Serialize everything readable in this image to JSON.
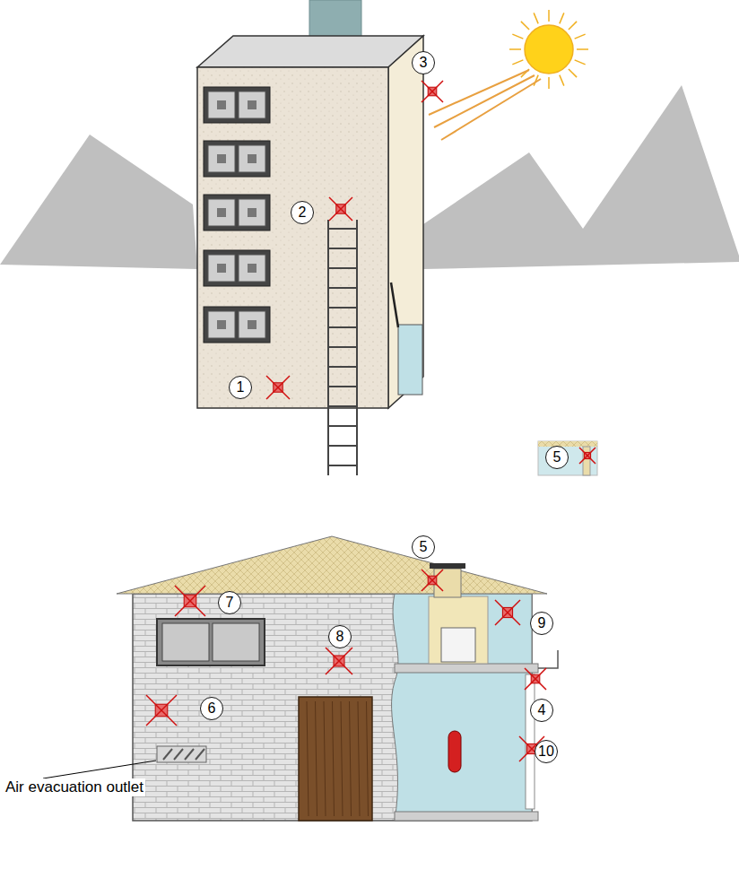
{
  "diagram": {
    "labels": [
      "3",
      "2",
      "1",
      "5",
      "5",
      "7",
      "9",
      "8",
      "4",
      "6",
      "10",
      "Air evacuation outlet"
    ]
  }
}
